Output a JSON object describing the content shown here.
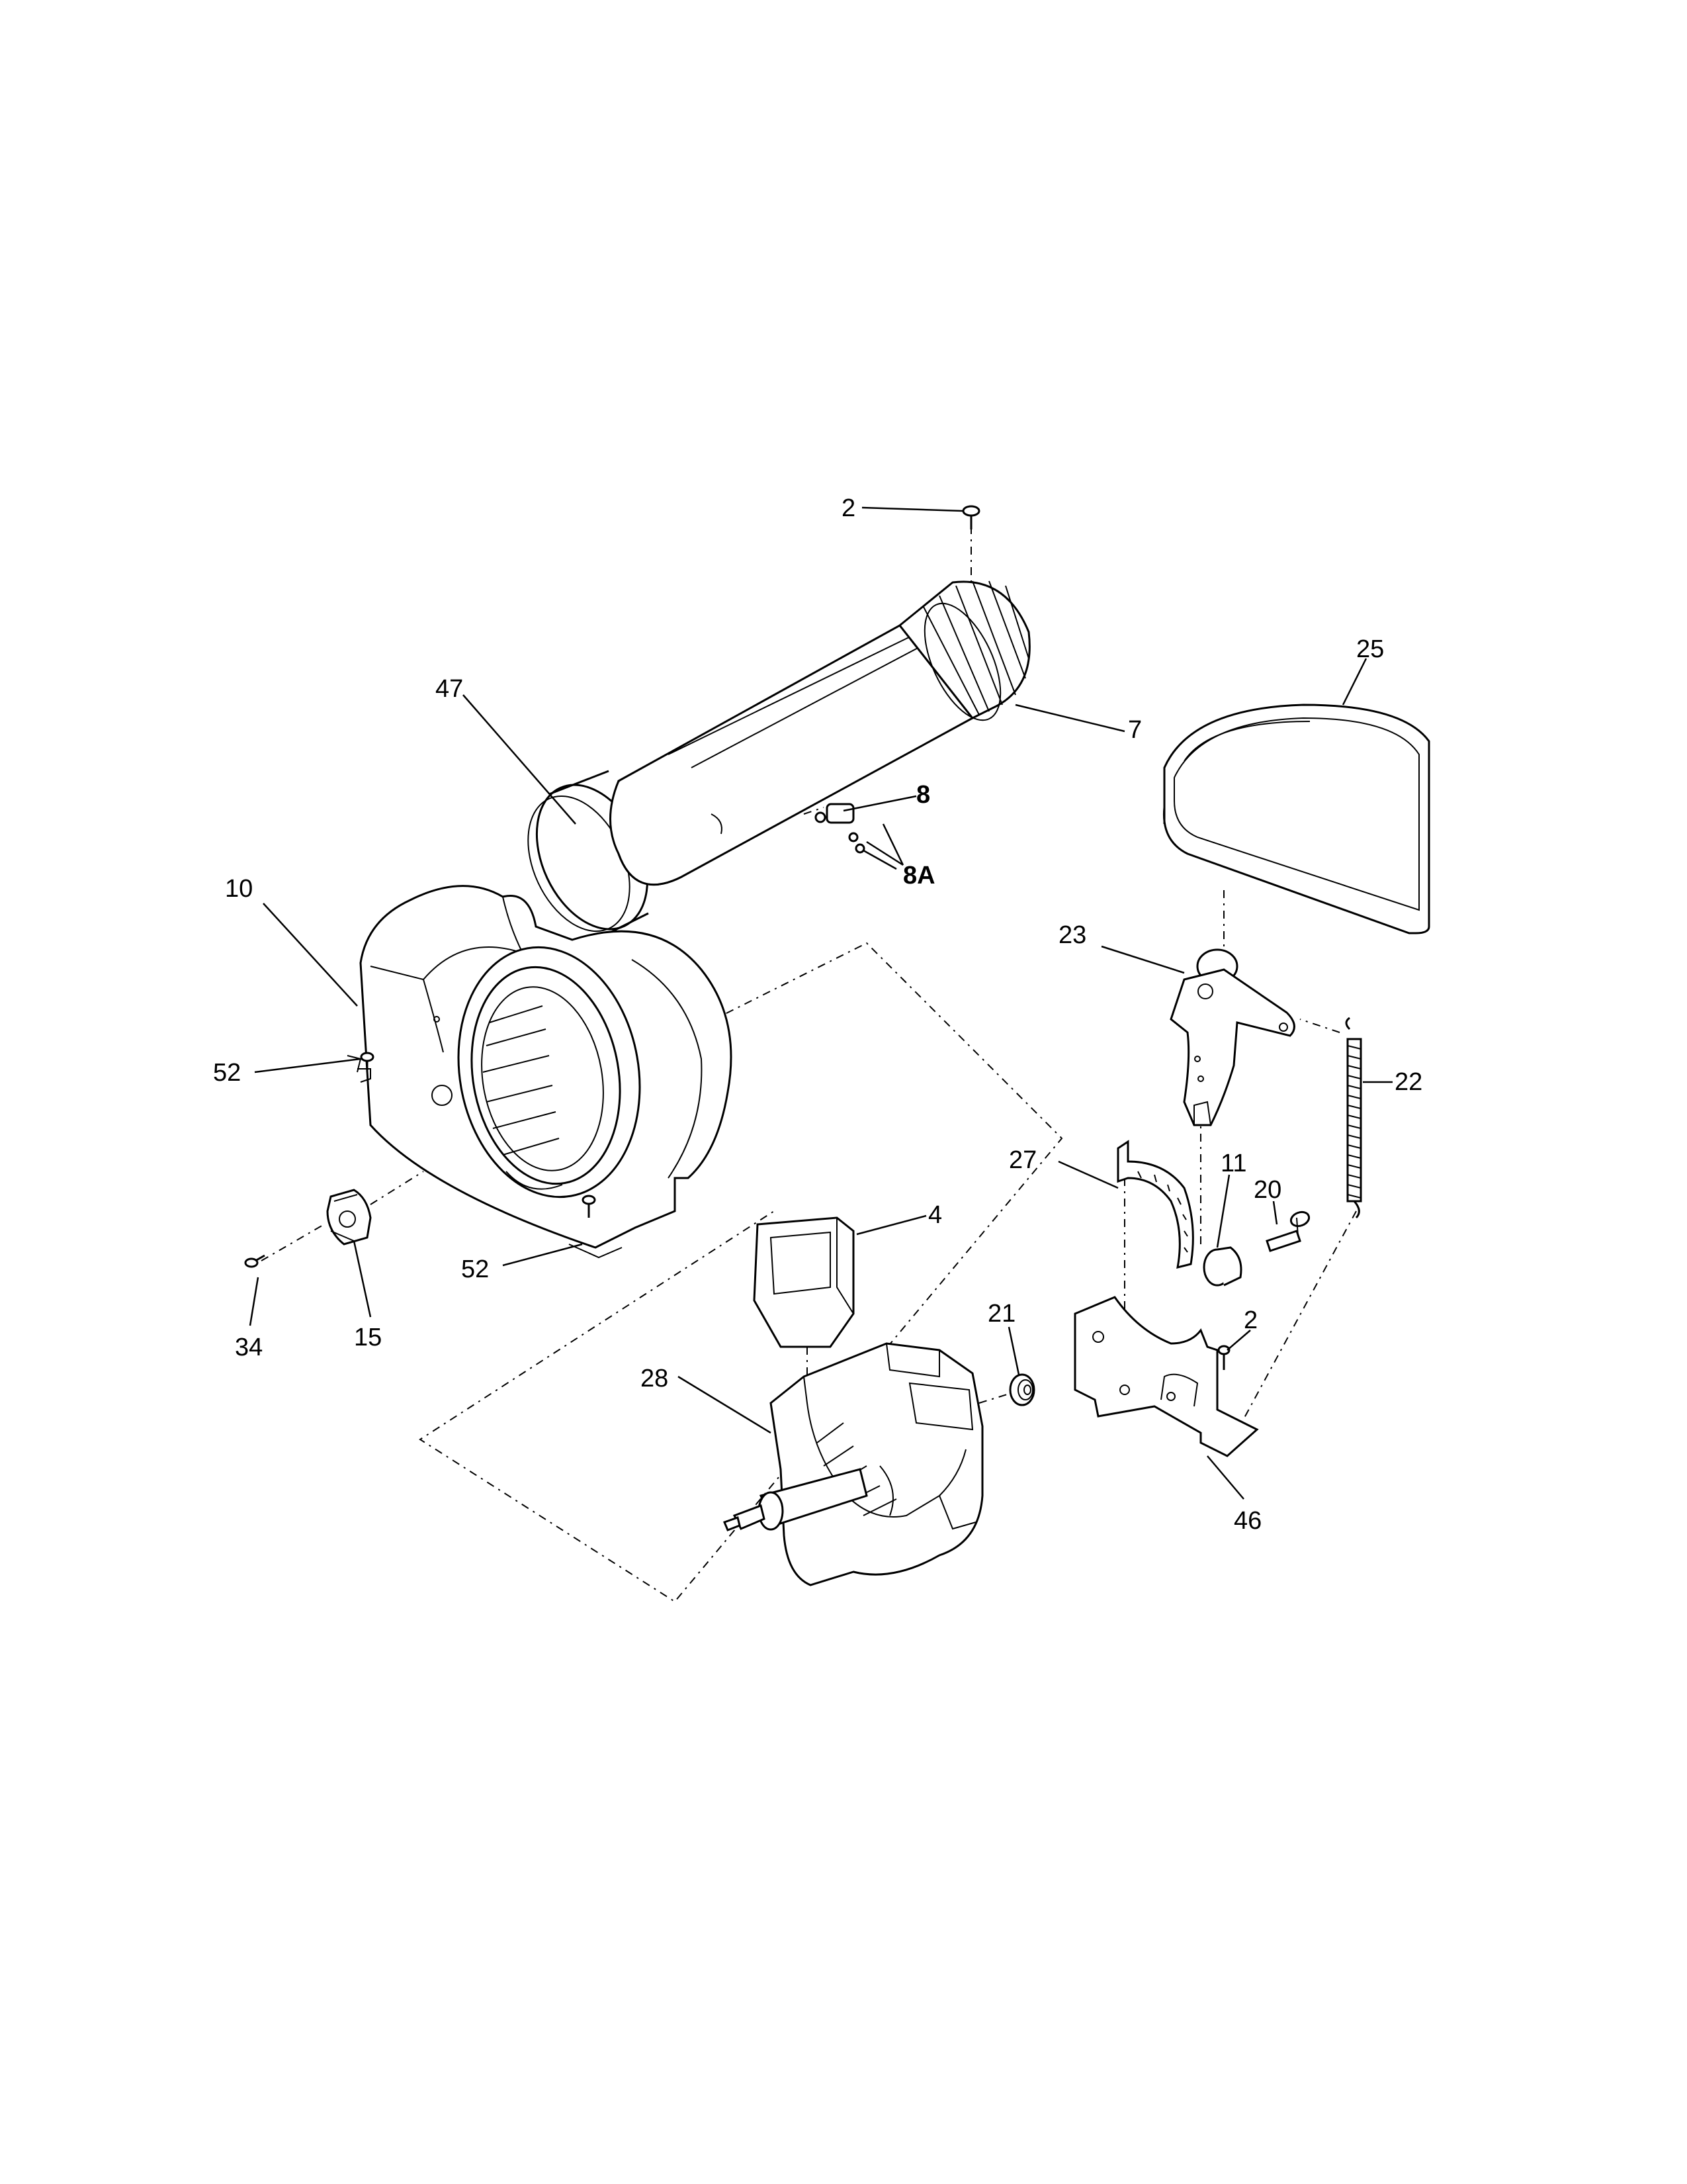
{
  "labels": {
    "l2_top": "2",
    "l47": "47",
    "l7": "7",
    "l25": "25",
    "l8": "8",
    "l8a": "8A",
    "l10": "10",
    "l23": "23",
    "l52_upper": "52",
    "l22": "22",
    "l27": "27",
    "l11": "11",
    "l20": "20",
    "l4": "4",
    "l52_lower": "52",
    "l34": "34",
    "l15": "15",
    "l21": "21",
    "l2_bottom": "2",
    "l28": "28",
    "l46": "46"
  }
}
